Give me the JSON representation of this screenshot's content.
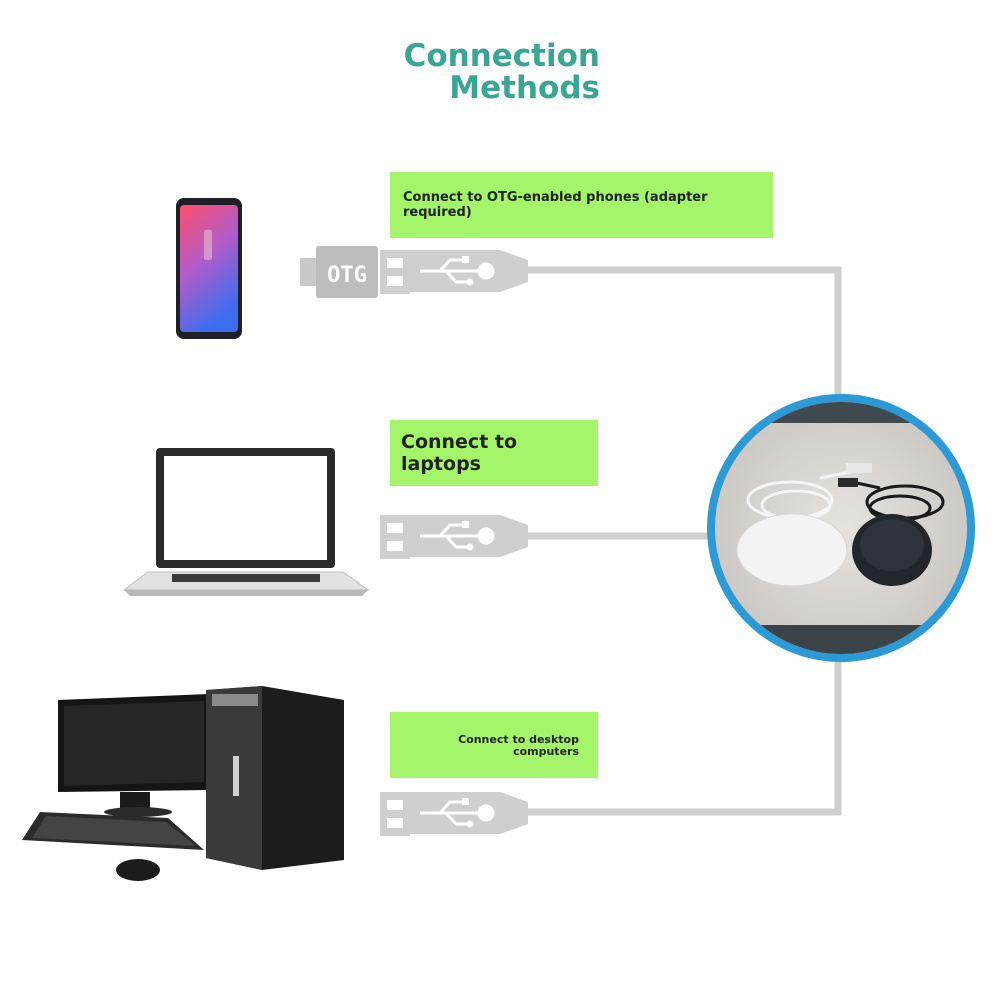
{
  "title": {
    "line1": "Connection",
    "line2": "Methods"
  },
  "methods": [
    {
      "device": "phone",
      "label": "Connect to OTG-enabled phones (adapter required)",
      "adapter_text": "OTG"
    },
    {
      "device": "laptop",
      "label": "Connect to laptops"
    },
    {
      "device": "desktop",
      "label_line1": "Connect to desktop",
      "label_line2": "computers"
    }
  ],
  "colors": {
    "title": "#3aa593",
    "label_bg": "#a4f56a",
    "connector": "#cfcfcf",
    "circle_ring": "#2b9ad6"
  },
  "icons": [
    "usb-icon",
    "phone-icon",
    "laptop-icon",
    "desktop-computer-icon"
  ]
}
